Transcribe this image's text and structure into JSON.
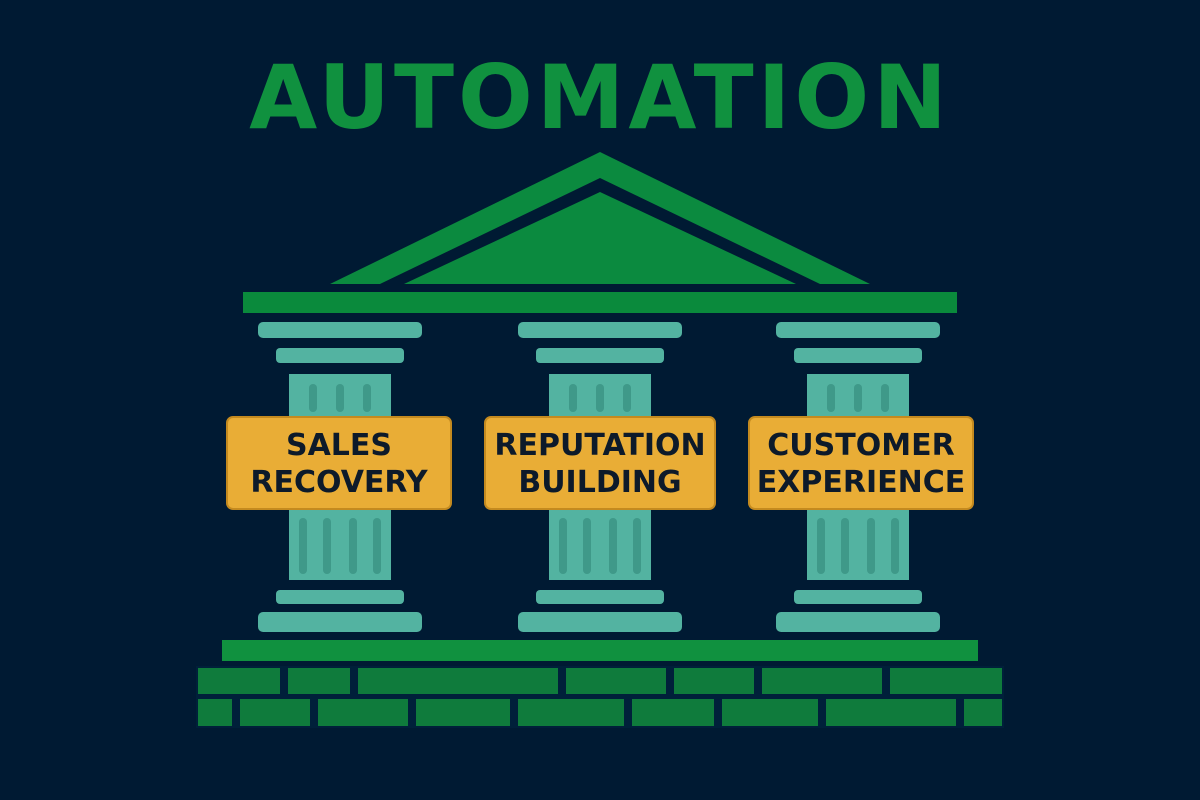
{
  "title": "AUTOMATION",
  "pillars": [
    {
      "label": "SALES\nRECOVERY"
    },
    {
      "label": "REPUTATION\nBUILDING"
    },
    {
      "label": "CUSTOMER\nEXPERIENCE"
    }
  ],
  "colors": {
    "background": "#001a33",
    "title": "#10913f",
    "roof": "#0b8a3f",
    "roof_inner": "#0b8a3f",
    "entablature": "#0a8a3c",
    "column": "#53b3a1",
    "column_flute": "#3f9989",
    "label_fill": "#e9ad36",
    "label_border": "#c48a1f",
    "label_text": "#0d1a2a",
    "stylobate": "#10913f",
    "brick": "#0f7b3c",
    "brick_mortar": "#00203a"
  }
}
